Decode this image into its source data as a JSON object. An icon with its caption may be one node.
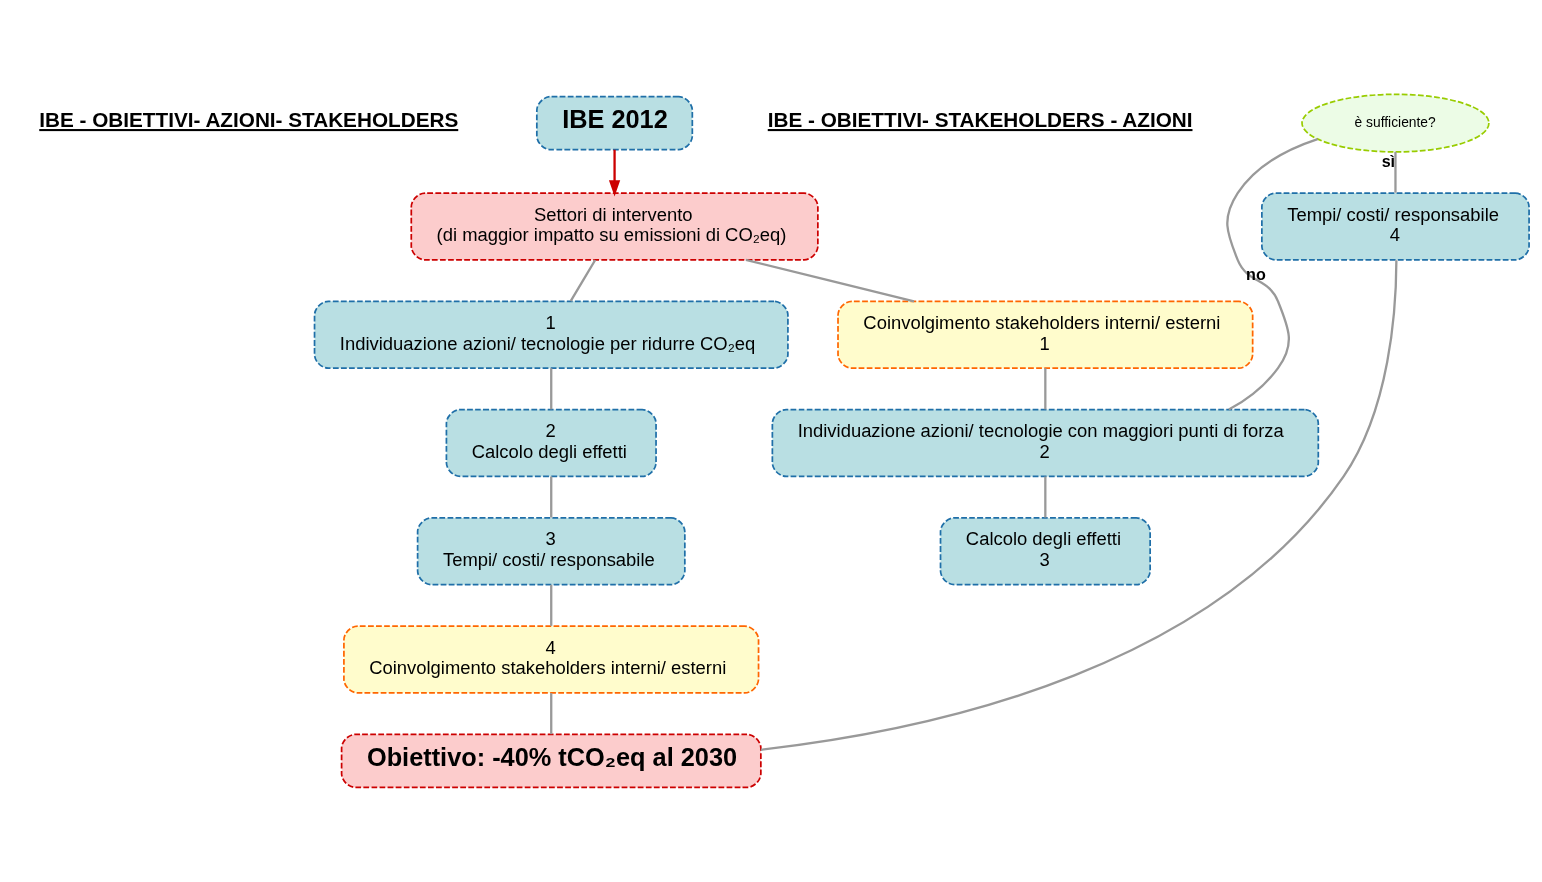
{
  "diagram": {
    "nodes": [
      {
        "text": [
          "IBE 2012"
        ]
      },
      {
        "text": [
          "Settori di intervento",
          "(di maggior impatto su emissioni di CO₂eq)"
        ]
      },
      {
        "text": [
          "1",
          "Individuazione azioni/ tecnologie per ridurre CO₂eq"
        ]
      },
      {
        "text": [
          "2",
          "Calcolo degli effetti"
        ]
      },
      {
        "text": [
          "3",
          "Tempi/ costi/ responsabile"
        ]
      },
      {
        "text": [
          "4",
          "Coinvolgimento stakeholders interni/ esterni"
        ]
      },
      {
        "text": [
          "Obiettivo: -40% tCO₂eq al 2030"
        ]
      },
      {
        "text": [
          "Coinvolgimento stakeholders interni/ esterni",
          "1"
        ]
      },
      {
        "text": [
          "Individuazione azioni/ tecnologie con maggiori punti di forza",
          "2"
        ]
      },
      {
        "text": [
          "Calcolo degli effetti",
          "3"
        ]
      },
      {
        "text": [
          "è sufficiente?"
        ]
      },
      {
        "text": [
          "Tempi/ costi/ responsabile",
          "4"
        ]
      }
    ],
    "edges": [
      {
        "from": 0,
        "to": 1,
        "arrow": "to",
        "color": "#cc0000"
      },
      {
        "from": 1,
        "to": 2,
        "arrow": "none"
      },
      {
        "from": 2,
        "to": 3,
        "arrow": "none"
      },
      {
        "from": 3,
        "to": 4,
        "arrow": "none"
      },
      {
        "from": 4,
        "to": 5,
        "arrow": "none"
      },
      {
        "from": 5,
        "to": 6,
        "arrow": "none"
      },
      {
        "from": 1,
        "to": 7,
        "arrow": "none"
      },
      {
        "from": 7,
        "to": 8,
        "arrow": "none"
      },
      {
        "from": 8,
        "to": 9,
        "arrow": "none"
      },
      {
        "from": 10,
        "to": 8,
        "arrow": "none",
        "label": "no"
      },
      {
        "from": 10,
        "to": 11,
        "arrow": "none",
        "label": "sì"
      },
      {
        "from": 11,
        "to": 6,
        "arrow": "none"
      }
    ],
    "labels": [
      "IBE - OBIETTIVI- AZIONI- STAKEHOLDERS",
      "IBE - OBIETTIVI- STAKEHOLDERS - AZIONI"
    ]
  }
}
